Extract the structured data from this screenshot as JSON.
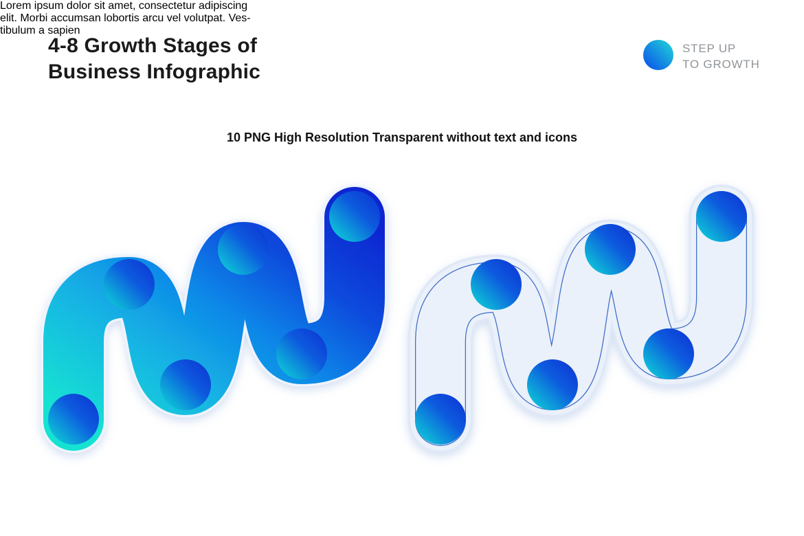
{
  "page": {
    "background_color": "#ffffff"
  },
  "header": {
    "title_lines": [
      "4-8 Growth Stages of",
      "Business Infographic"
    ],
    "description_lines": [
      "Lorem ipsum dolor sit amet, consectetur adipiscing",
      "elit. Morbi accumsan lobortis arcu vel volutpat. Ves-",
      "tibulum a sapien"
    ],
    "logo": {
      "name_lines": [
        "STEP UP",
        "TO GROWTH"
      ],
      "icon": "gradient-sphere-icon",
      "gradient": {
        "from": "#20D8D8",
        "to": "#0A4BEA"
      }
    }
  },
  "subtitle": "10 PNG High Resolution Transparent without text and icons",
  "infographic": {
    "stage_count": 6,
    "variants": [
      {
        "name": "filled gradient wave",
        "style": "cyan-to-blue gradient tube with white outline and six gradient circles"
      },
      {
        "name": "light outline wave",
        "style": "pale blue tube with thin inset blue contour line and six gradient circles"
      }
    ],
    "colors": {
      "tube_gradient_start": "#17E2D2",
      "tube_gradient_mid": "#0F86E8",
      "tube_gradient_end": "#0928D2",
      "circle_gradient_dark": "#0731D2",
      "circle_gradient_light": "#0FDCD6",
      "outline_variant_fill": "#EBF1FA",
      "outline_variant_contour": "#3E6CC8"
    }
  }
}
